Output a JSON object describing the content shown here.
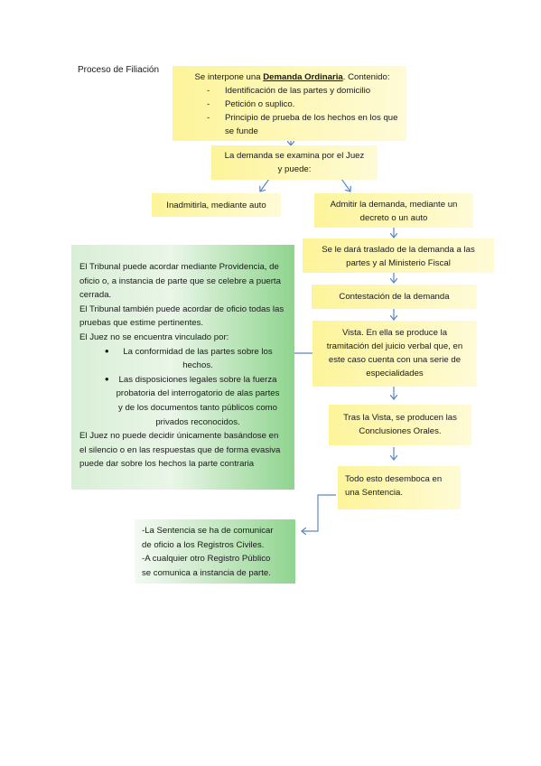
{
  "title": "Proceso de Filiación",
  "box1": {
    "prefix": "Se interpone una ",
    "emphasis": "Demanda Ordinaria",
    "suffix": ". Contenido:",
    "items": [
      "Identificación de las partes y domicilio",
      "Petición o suplico.",
      "Principio de prueba de los hechos en los que se funde"
    ]
  },
  "box2": {
    "line1": "La demanda se examina por el Juez",
    "line2": "y puede:"
  },
  "box3": {
    "text": "Inadmitirla, mediante auto"
  },
  "box4": {
    "line1": "Admitir la demanda, mediante un",
    "line2": "decreto o un auto"
  },
  "box5": {
    "line1": "Se le dará traslado de la demanda a las",
    "line2": "partes y al Ministerio Fiscal"
  },
  "box6": {
    "text": "Contestación de la demanda"
  },
  "box7": {
    "line1": "Vista. En ella se produce la",
    "line2": "tramitación del juicio verbal que, en",
    "line3": "este caso cuenta con una serie de",
    "line4": "especialidades"
  },
  "box8": {
    "line1": "Tras la Vista, se producen las",
    "line2": "Conclusiones Orales."
  },
  "box9": {
    "line1": "Todo esto desemboca en",
    "line2": "una Sentencia."
  },
  "green_box": {
    "p1": "El Tribunal puede acordar mediante Providencia, de oficio o, a instancia de parte que se celebre a puerta cerrada.",
    "p2": "El Tribunal también puede acordar de oficio todas las pruebas que estime pertinentes.",
    "p3": "El Juez no se encuentra vinculado por:",
    "bullets": [
      "La conformidad de las partes sobre los hechos.",
      "Las disposiciones legales sobre la fuerza probatoria del interrogatorio de alas partes y de los documentos tanto públicos como privados reconocidos."
    ],
    "p4": "El Juez no puede decidir únicamente basándose en el silencio o en las respuestas que de forma evasiva puede dar sobre los hechos la parte contraria"
  },
  "green_box2": {
    "line1": "-La Sentencia se ha de comunicar",
    "line2": "de oficio a los Registros Civiles.",
    "line3": "-A cualquier otro Registro Público",
    "line4": "se comunica a instancia de parte."
  },
  "colors": {
    "yellow": "#fdf49a",
    "green": "#8fd48f",
    "arrow": "#5b86c5"
  }
}
